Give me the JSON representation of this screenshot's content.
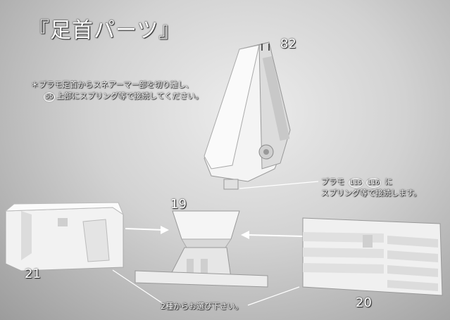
{
  "title": "『足首パーツ』",
  "note": {
    "line1": "＊プラモ足首からスネアーマー部を切り離し、",
    "line2_num": "55",
    "line2_text": "上部にスプリング等で接続してください。"
  },
  "label_right": {
    "prefix": "プラモ",
    "num_a": "115",
    "num_b": "116",
    "suffix": "に",
    "line2": "スプリング等で接続します。"
  },
  "bottom_note": "2種からお選び下さい。",
  "part_numbers": {
    "p82": "82",
    "p19": "19",
    "p21": "21",
    "p20": "20"
  }
}
